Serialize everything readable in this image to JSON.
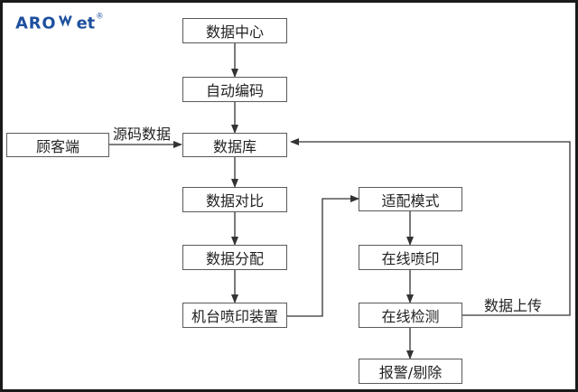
{
  "logo": {
    "text": "AROWet",
    "mark": "®",
    "color": "#1d4f9e"
  },
  "nodes": {
    "data_center": "数据中心",
    "auto_encode": "自动编码",
    "customer": "顾客端",
    "database": "数据库",
    "data_compare": "数据对比",
    "data_distribute": "数据分配",
    "printer": "机台喷印装置",
    "adapt_mode": "适配模式",
    "online_print": "在线喷印",
    "online_check": "在线检测",
    "alarm_reject": "报警/剔除"
  },
  "edge_labels": {
    "source_data": "源码数据",
    "data_upload": "数据上传"
  },
  "colors": {
    "line": "#333333",
    "box_border": "#5a5a5a",
    "frame": "#1a1a1a"
  }
}
